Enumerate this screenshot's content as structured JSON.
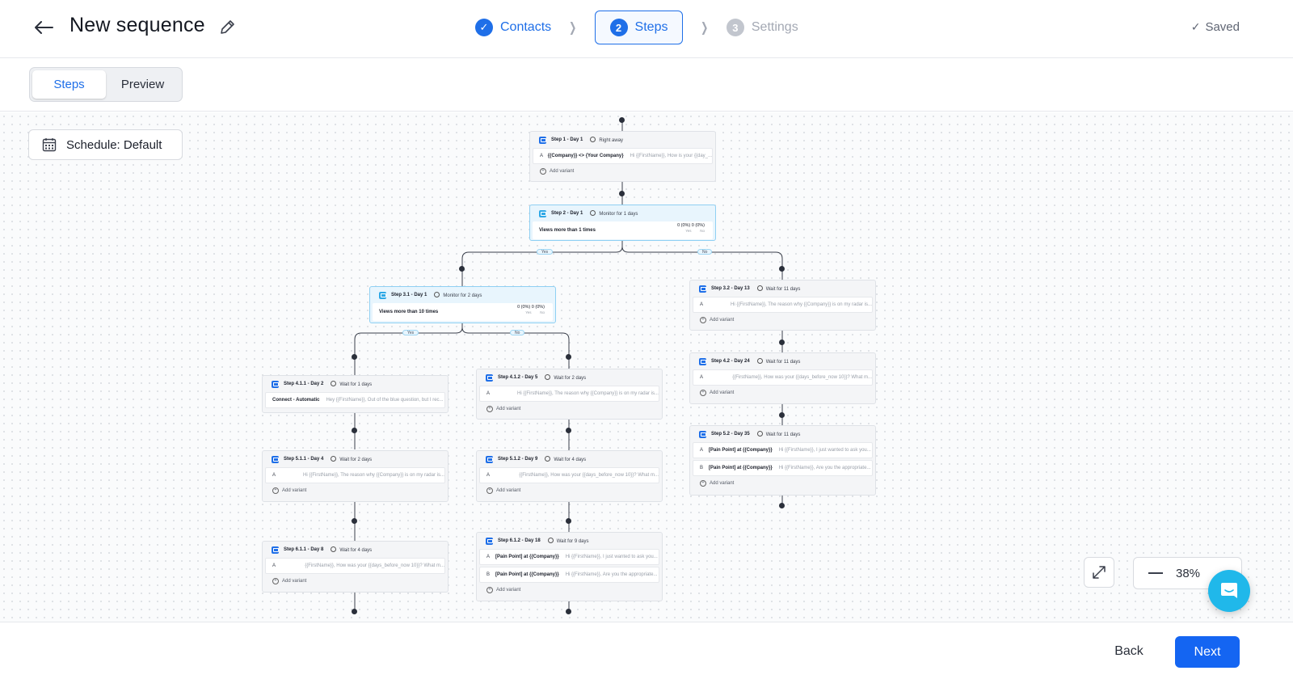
{
  "header": {
    "title": "New sequence",
    "saved_label": "Saved",
    "steps": [
      {
        "number": "1",
        "label": "Contacts",
        "state": "done"
      },
      {
        "number": "2",
        "label": "Steps",
        "state": "active"
      },
      {
        "number": "3",
        "label": "Settings",
        "state": "todo"
      }
    ]
  },
  "tabs": {
    "steps": "Steps",
    "preview": "Preview"
  },
  "schedule": {
    "label": "Schedule: Default"
  },
  "nodes": {
    "s1": {
      "title": "Step 1 - Day 1",
      "wait": "Right away",
      "variants": [
        {
          "letter": "A",
          "subject": "{{Company}} <> {Your Company}",
          "preview": "Hi {{FirstName}}, How is your {{day_..."
        }
      ],
      "add": "Add variant"
    },
    "s2": {
      "title": "Step 2 - Day 1",
      "wait": "Monitor for 1 days",
      "condition": "Views more than 1 times",
      "yes": "0 (0%)",
      "no": "0 (0%)",
      "yes_label": "Yes",
      "no_label": "No"
    },
    "s31": {
      "title": "Step 3.1 - Day 1",
      "wait": "Monitor for 2 days",
      "condition": "Views more than 10 times",
      "yes": "0 (0%)",
      "no": "0 (0%)",
      "yes_label": "Yes",
      "no_label": "No"
    },
    "s32": {
      "title": "Step 3.2 - Day 13",
      "wait": "Wait for 11 days",
      "variants": [
        {
          "letter": "A",
          "subject": "",
          "preview": "Hi {{FirstName}}, The reason why {{Company}} is on my radar is..."
        }
      ],
      "add": "Add variant"
    },
    "s411": {
      "title": "Step 4.1.1 - Day 2",
      "wait": "Wait for 1 days",
      "connect": "Connect - Automatic",
      "preview": "Hey {{FirstName}}, Out of the blue question, but I rec..."
    },
    "s412": {
      "title": "Step 4.1.2 - Day 5",
      "wait": "Wait for 2 days",
      "variants": [
        {
          "letter": "A",
          "subject": "",
          "preview": "Hi {{FirstName}}, The reason why {{Company}} is on my radar is..."
        }
      ],
      "add": "Add variant"
    },
    "s42": {
      "title": "Step 4.2 - Day 24",
      "wait": "Wait for 11 days",
      "variants": [
        {
          "letter": "A",
          "subject": "",
          "preview": "{{FirstName}}, How was your {{days_before_now 10}}? What m..."
        }
      ],
      "add": "Add variant"
    },
    "s511": {
      "title": "Step 5.1.1 - Day 4",
      "wait": "Wait for 2 days",
      "variants": [
        {
          "letter": "A",
          "subject": "",
          "preview": "Hi {{FirstName}}, The reason why {{Company}} is on my radar is..."
        }
      ],
      "add": "Add variant"
    },
    "s512": {
      "title": "Step 5.1.2 - Day 9",
      "wait": "Wait for 4 days",
      "variants": [
        {
          "letter": "A",
          "subject": "",
          "preview": "{{FirstName}}, How was your {{days_before_now 10}}? What m..."
        }
      ],
      "add": "Add variant"
    },
    "s52": {
      "title": "Step 5.2 - Day 35",
      "wait": "Wait for 11 days",
      "variants": [
        {
          "letter": "A",
          "subject": "[Pain Point] at {{Company}}",
          "preview": "Hi {{FirstName}}, I just wanted to ask you..."
        },
        {
          "letter": "B",
          "subject": "[Pain Point] at {{Company}}",
          "preview": "Hi {{FirstName}}, Are you the appropriate..."
        }
      ],
      "add": "Add variant"
    },
    "s611": {
      "title": "Step 6.1.1 - Day 8",
      "wait": "Wait for 4 days",
      "variants": [
        {
          "letter": "A",
          "subject": "",
          "preview": "{{FirstName}}, How was your {{days_before_now 10}}? What m..."
        }
      ],
      "add": "Add variant"
    },
    "s612": {
      "title": "Step 6.1.2 - Day 18",
      "wait": "Wait for 9 days",
      "variants": [
        {
          "letter": "A",
          "subject": "[Pain Point] at {{Company}}",
          "preview": "Hi {{FirstName}}, I just wanted to ask you..."
        },
        {
          "letter": "B",
          "subject": "[Pain Point] at {{Company}}",
          "preview": "Hi {{FirstName}}, Are you the appropriate..."
        }
      ],
      "add": "Add variant"
    }
  },
  "branch_labels": {
    "yes": "Yes",
    "no": "No"
  },
  "zoom": {
    "value": "38%"
  },
  "footer": {
    "back": "Back",
    "next": "Next"
  },
  "colors": {
    "primary": "#1465f2",
    "accent": "#1f6fe8",
    "monitor": "#e8f5fd",
    "chat": "#20b8ea"
  },
  "icons": [
    "arrow-left-icon",
    "pencil-icon",
    "check-circle-icon",
    "chevron-right-icon",
    "check-icon",
    "calendar-icon",
    "mail-icon",
    "eye-icon",
    "linkedin-icon",
    "clock-icon",
    "expand-icon",
    "minus-icon",
    "chat-icon"
  ]
}
